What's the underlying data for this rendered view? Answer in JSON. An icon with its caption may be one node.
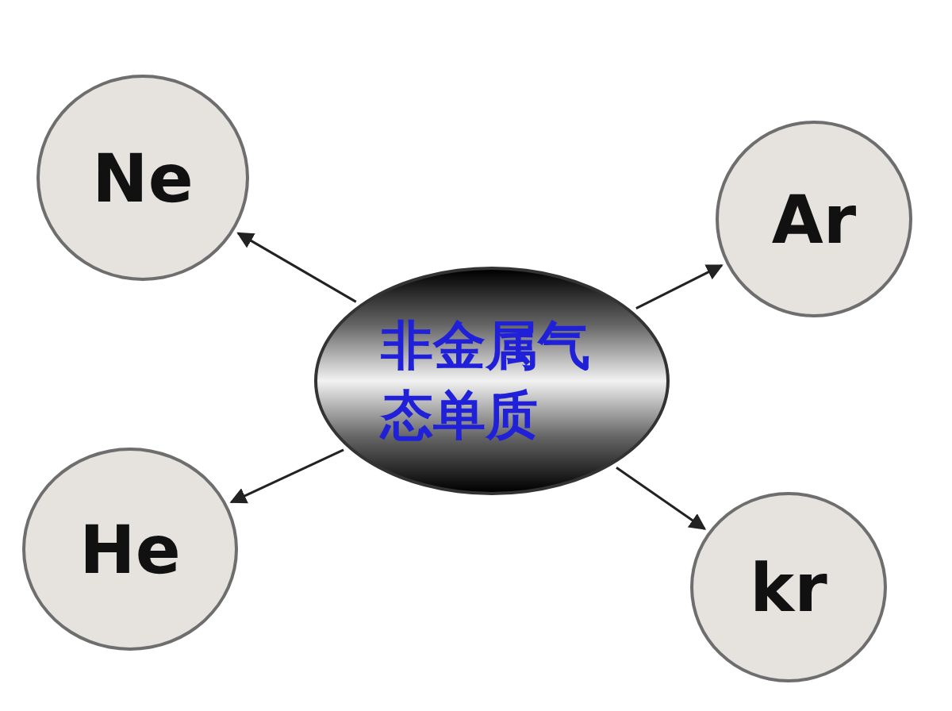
{
  "diagram": {
    "nodes": [
      {
        "text": [
          "非金属气态单质"
        ]
      },
      {
        "text": [
          "Ne"
        ]
      },
      {
        "text": [
          "Ar"
        ]
      },
      {
        "text": [
          "He"
        ]
      },
      {
        "text": [
          "kr"
        ]
      }
    ],
    "edges": [
      {
        "from": 0,
        "to": 1,
        "arrow": "to"
      },
      {
        "from": 0,
        "to": 2,
        "arrow": "to"
      },
      {
        "from": 0,
        "to": 3,
        "arrow": "to"
      },
      {
        "from": 0,
        "to": 4,
        "arrow": "to"
      }
    ]
  }
}
